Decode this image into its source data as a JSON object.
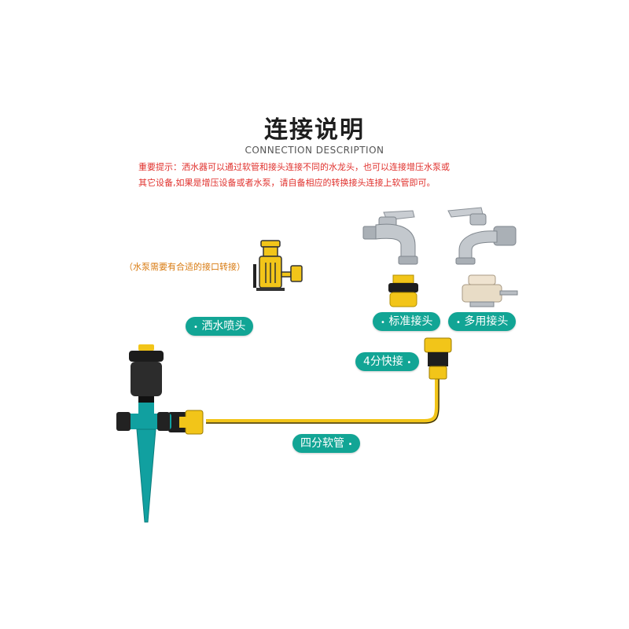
{
  "header": {
    "title": "连接说明",
    "subtitle": "CONNECTION DESCRIPTION"
  },
  "notice": {
    "line1": "重要提示：洒水器可以通过软管和接头连接不同的水龙头，也可以连接增压水泵或",
    "line2": "其它设备,如果是增压设备或者水泵，请自备相应的转换接头连接上软管即可。"
  },
  "pump": {
    "note": "（水泵需要有合适的接口转接）",
    "icon": "water-pump-icon"
  },
  "labels": {
    "sprinkler_head": "洒水喷头",
    "standard_connector": "标准接头",
    "multi_connector": "多用接头",
    "quick_connector": "4分快接",
    "hose": "四分软管",
    "dot": "•"
  },
  "colors": {
    "teal": "#12a595",
    "yellow": "#f2c519",
    "red_text": "#e0312d",
    "orange_text": "#d87a10",
    "chrome": "#b9bec4",
    "black_part": "#2a2a2a"
  }
}
